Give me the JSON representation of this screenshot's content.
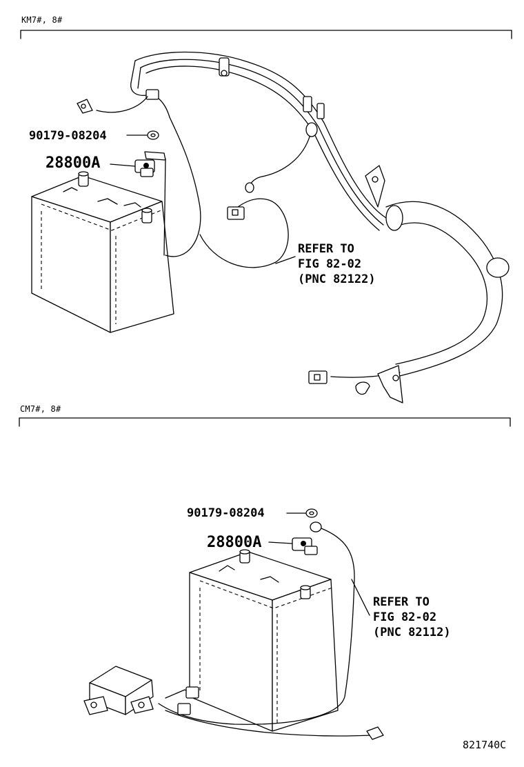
{
  "sections": {
    "top": {
      "label": "KM7#, 8#"
    },
    "bottom": {
      "label": "CM7#, 8#"
    }
  },
  "callouts": {
    "top_nut": "90179-08204",
    "top_clamp": "28800A",
    "top_refer": [
      "REFER TO",
      "FIG 82-02",
      "(PNC 82122)"
    ],
    "bottom_nut": "90179-08204",
    "bottom_clamp": "28800A",
    "bottom_refer": [
      "REFER TO",
      "FIG 82-02",
      "(PNC 82112)"
    ]
  },
  "illustration_code": "821740C"
}
